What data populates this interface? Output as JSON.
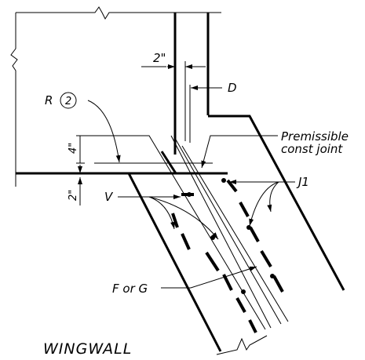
{
  "labels": {
    "dim_2in_top": "2\"",
    "dim_D": "D",
    "radius_R": "R",
    "radius_value": "2",
    "dim_4in": "4\"",
    "dim_2in_left": "2\"",
    "premissible_line1": "Premissible",
    "premissible_line2": "const joint",
    "J1": "J1",
    "V": "V",
    "F_or_G": "F or G",
    "title": "WINGWALL"
  }
}
